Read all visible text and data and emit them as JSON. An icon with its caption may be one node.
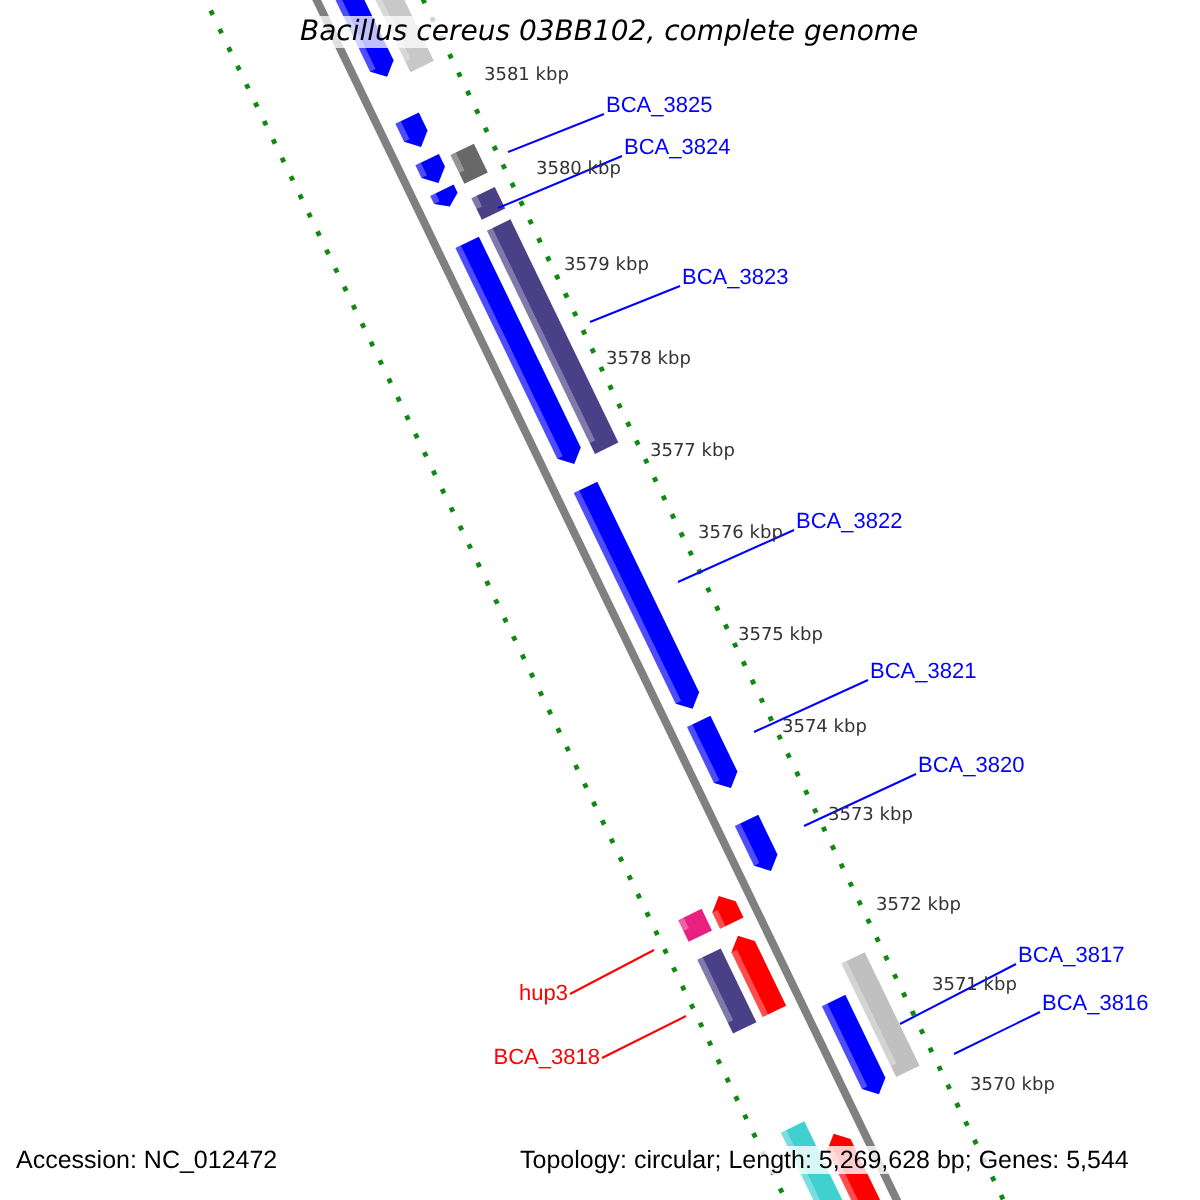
{
  "diagram": {
    "title": "Bacillus cereus 03BB102, complete genome",
    "nodes": [
      {
        "text": [
          "BCA_3825"
        ]
      },
      {
        "text": [
          "BCA_3824"
        ]
      },
      {
        "text": [
          "BCA_3823"
        ]
      },
      {
        "text": [
          "BCA_3822"
        ]
      },
      {
        "text": [
          "BCA_3821"
        ]
      },
      {
        "text": [
          "BCA_3820"
        ]
      },
      {
        "text": [
          "BCA_3817"
        ]
      },
      {
        "text": [
          "BCA_3816"
        ]
      },
      {
        "text": [
          "hup3"
        ]
      },
      {
        "text": [
          "BCA_3818"
        ]
      }
    ],
    "edges": [
      {
        "from": 0,
        "to": null,
        "arrow": "none"
      },
      {
        "from": 1,
        "to": null,
        "arrow": "none"
      },
      {
        "from": 2,
        "to": null,
        "arrow": "none"
      },
      {
        "from": 3,
        "to": null,
        "arrow": "none"
      },
      {
        "from": 4,
        "to": null,
        "arrow": "none"
      },
      {
        "from": 5,
        "to": null,
        "arrow": "none"
      },
      {
        "from": 6,
        "to": null,
        "arrow": "none"
      },
      {
        "from": 7,
        "to": null,
        "arrow": "none"
      },
      {
        "from": 8,
        "to": null,
        "arrow": "none",
        "color": "#ff0000"
      },
      {
        "from": 9,
        "to": null,
        "arrow": "none",
        "color": "#ff0000"
      }
    ],
    "labels": [
      "3581 kbp",
      "3580 kbp",
      "3579 kbp",
      "3578 kbp",
      "3577 kbp",
      "3576 kbp",
      "3575 kbp",
      "3574 kbp",
      "3573 kbp",
      "3572 kbp",
      "3571 kbp",
      "3570 kbp",
      "Accession: NC_012472",
      "Topology: circular; Length: 5,269,628 bp; Genes: 5,544"
    ]
  }
}
